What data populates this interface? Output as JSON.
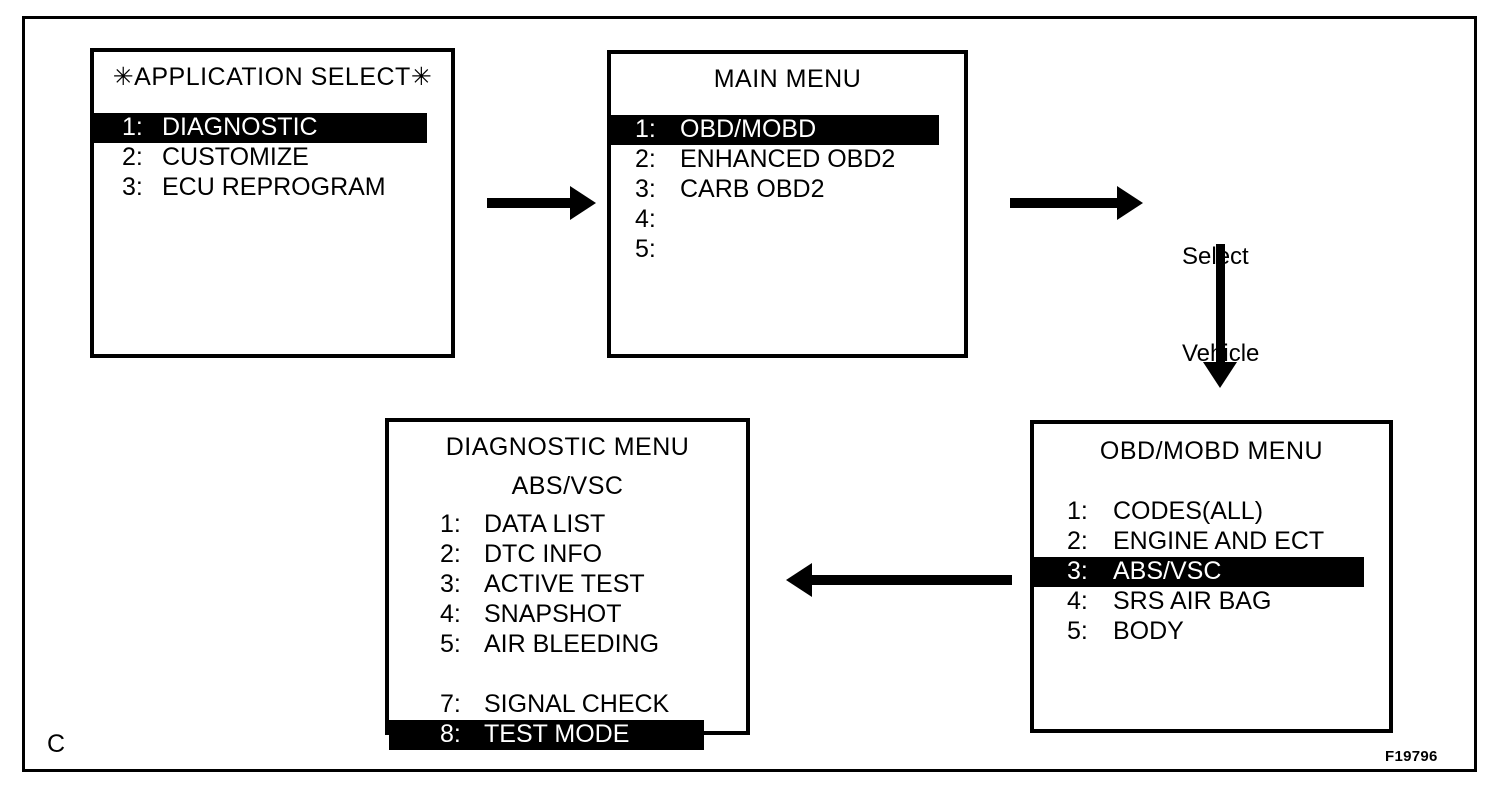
{
  "figure": {
    "corner_letter": "C",
    "reference_code": "F19796",
    "colors": {
      "ink": "#000000",
      "paper": "#ffffff",
      "highlight_bg": "#000000",
      "highlight_fg": "#ffffff"
    }
  },
  "panels": {
    "application_select": {
      "title": "✳APPLICATION SELECT✳",
      "items": [
        {
          "num": "1:",
          "label": "DIAGNOSTIC",
          "highlighted": true
        },
        {
          "num": "2:",
          "label": "CUSTOMIZE",
          "highlighted": false
        },
        {
          "num": "3:",
          "label": "ECU REPROGRAM",
          "highlighted": false
        }
      ]
    },
    "main_menu": {
      "title": "MAIN MENU",
      "items": [
        {
          "num": "1:",
          "label": "OBD/MOBD",
          "highlighted": true
        },
        {
          "num": "2:",
          "label": "ENHANCED OBD2",
          "highlighted": false
        },
        {
          "num": "3:",
          "label": "CARB OBD2",
          "highlighted": false
        },
        {
          "num": "4:",
          "label": "",
          "highlighted": false
        },
        {
          "num": "5:",
          "label": "",
          "highlighted": false
        }
      ]
    },
    "obd_mobd_menu": {
      "title": "OBD/MOBD MENU",
      "items": [
        {
          "num": "1:",
          "label": "CODES(ALL)",
          "highlighted": false
        },
        {
          "num": "2:",
          "label": "ENGINE AND ECT",
          "highlighted": false
        },
        {
          "num": "3:",
          "label": "ABS/VSC",
          "highlighted": true
        },
        {
          "num": "4:",
          "label": "SRS AIR BAG",
          "highlighted": false
        },
        {
          "num": "5:",
          "label": "BODY",
          "highlighted": false
        }
      ]
    },
    "diagnostic_menu": {
      "title": "DIAGNOSTIC MENU",
      "subtitle": "ABS/VSC",
      "items": [
        {
          "num": "1:",
          "label": "DATA LIST",
          "highlighted": false
        },
        {
          "num": "2:",
          "label": "DTC INFO",
          "highlighted": false
        },
        {
          "num": "3:",
          "label": "ACTIVE TEST",
          "highlighted": false
        },
        {
          "num": "4:",
          "label": "SNAPSHOT",
          "highlighted": false
        },
        {
          "num": "5:",
          "label": "AIR BLEEDING",
          "highlighted": false
        },
        {
          "num": "",
          "label": "",
          "highlighted": false,
          "spacer": true
        },
        {
          "num": "7:",
          "label": "SIGNAL CHECK",
          "highlighted": false
        },
        {
          "num": "8:",
          "label": "TEST MODE",
          "highlighted": true
        }
      ]
    }
  },
  "flow": {
    "select_vehicle_line1": "Select",
    "select_vehicle_line2": "Vehicle"
  }
}
